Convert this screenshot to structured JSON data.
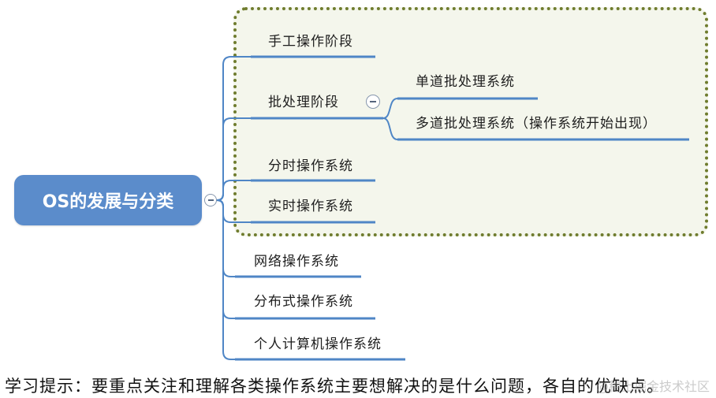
{
  "mindmap": {
    "root": {
      "label": "OS的发展与分类"
    },
    "branches": [
      {
        "label": "手工操作阶段"
      },
      {
        "label": "批处理阶段",
        "children": [
          {
            "label": "单道批处理系统"
          },
          {
            "label": "多道批处理系统（操作系统开始出现）"
          }
        ]
      },
      {
        "label": "分时操作系统"
      },
      {
        "label": "实时操作系统"
      },
      {
        "label": "网络操作系统"
      },
      {
        "label": "分布式操作系统"
      },
      {
        "label": "个人计算机操作系统"
      }
    ],
    "collapse_icon": "minus-circle-icon"
  },
  "tip": {
    "text": "学习提示：要重点关注和理解各类操作系统主要想解决的是什么问题，各自的优缺点。"
  },
  "watermark": {
    "text": "@稀土掘金技术社区"
  },
  "colors": {
    "root_fill": "#5b8ccb",
    "connector": "#4f86c6",
    "highlight_border": "#6f7c2e",
    "highlight_fill": "#f4f6ec",
    "root_text": "#ffffff"
  }
}
